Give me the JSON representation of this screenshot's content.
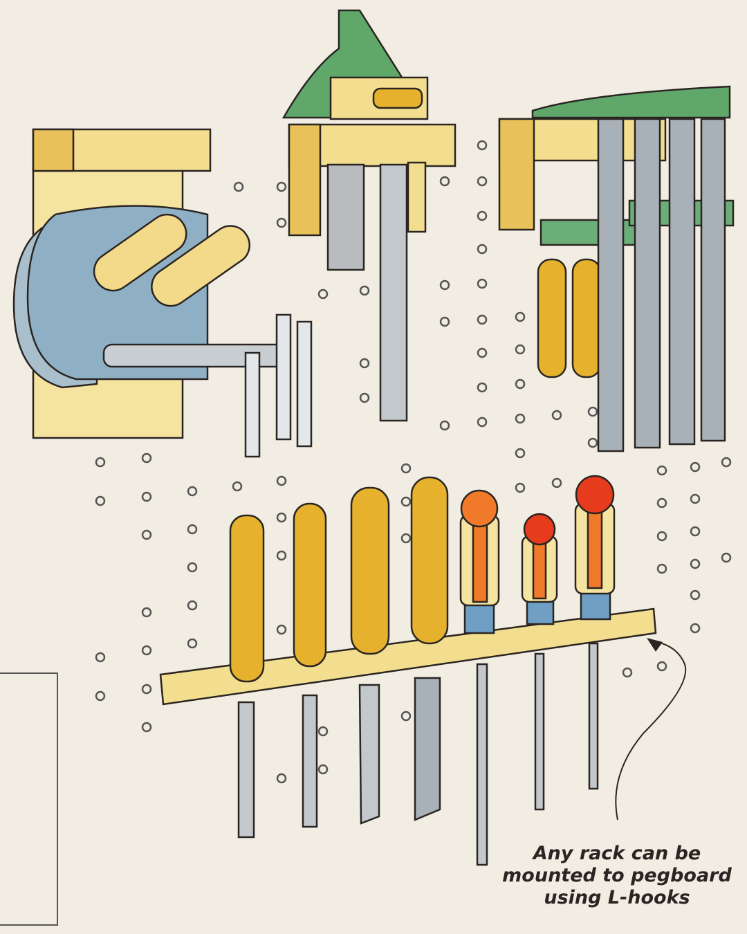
{
  "caption": {
    "line1": "Any rack can be",
    "line2": "mounted to pegboard",
    "line3": "using L-hooks"
  },
  "illustration": {
    "subject": "pegboard tool storage racks",
    "items": [
      "c-clamp-rack",
      "combination-square-rack",
      "bar-clamp-rack",
      "chisel-and-screwdriver-rack"
    ],
    "colors": {
      "background": "#f2ede2",
      "wood": "#f3dd8e",
      "wood_dark": "#e8c15a",
      "metal": "#a9b1b8",
      "green": "#5fa86a",
      "handle_yellow": "#e6b22e",
      "handle_orange": "#f07a2a",
      "handle_red": "#e63b1c",
      "ferrule_blue": "#6f9fc4",
      "outline": "#2a2522"
    }
  }
}
